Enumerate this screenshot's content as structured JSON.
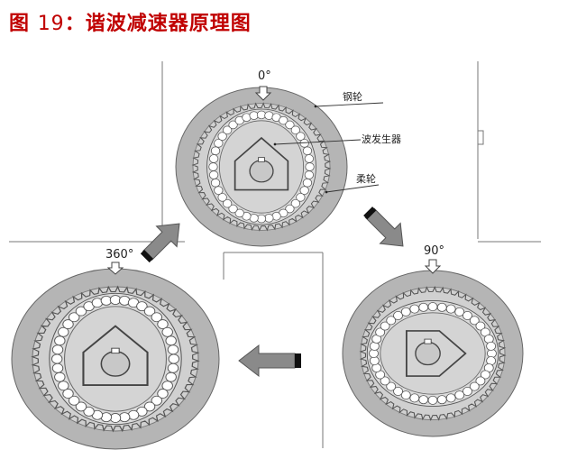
{
  "figure": {
    "title_prefix": "图",
    "title_number": "19",
    "title_sep": "：",
    "title_text": "谐波减速器原理图"
  },
  "diagram": {
    "angle_top": "0°",
    "angle_right": "90°",
    "angle_left": "360°",
    "label_circular_spline": "钢轮",
    "label_wave_generator": "波发生器",
    "label_flexspline": "柔轮"
  },
  "colors": {
    "title": "#c00000",
    "outer_ring": "#b5b5b5",
    "inner_fill": "#d0d0d0",
    "teeth": "#555555",
    "arrow_fill": "#888888",
    "arrow_dark": "#1a1a1a"
  }
}
